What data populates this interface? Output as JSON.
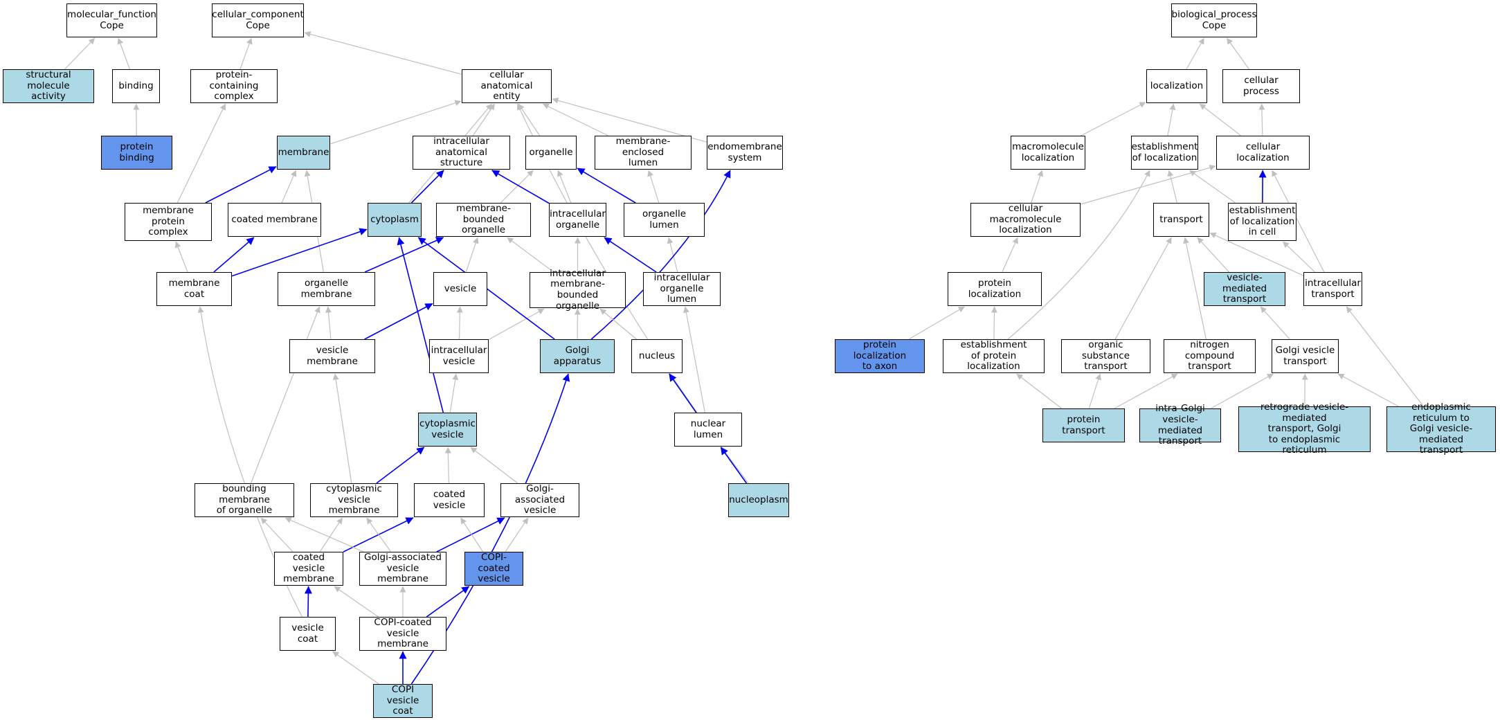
{
  "colors": {
    "plain": "#ffffff",
    "annotated": "#add8e6",
    "highlighted": "#6495ed",
    "edge_default": "#c0c0c0",
    "edge_direct": "#0000ee"
  },
  "nodes": {
    "mf_root": {
      "label": "molecular_function\nCope",
      "fill": "plain"
    },
    "cc_root": {
      "label": "cellular_component\nCope",
      "fill": "plain"
    },
    "bp_root": {
      "label": "biological_process\nCope",
      "fill": "plain"
    },
    "struct_mol": {
      "label": "structural molecule\nactivity",
      "fill": "annotated"
    },
    "binding": {
      "label": "binding",
      "fill": "plain"
    },
    "protein_binding": {
      "label": "protein binding",
      "fill": "highlighted"
    },
    "prot_complex": {
      "label": "protein-containing\ncomplex",
      "fill": "plain"
    },
    "cell_anat": {
      "label": "cellular anatomical\nentity",
      "fill": "plain"
    },
    "membrane": {
      "label": "membrane",
      "fill": "annotated"
    },
    "intra_anat": {
      "label": "intracellular\nanatomical structure",
      "fill": "plain"
    },
    "organelle": {
      "label": "organelle",
      "fill": "plain"
    },
    "memb_encl_lumen": {
      "label": "membrane-enclosed\nlumen",
      "fill": "plain"
    },
    "endomembrane": {
      "label": "endomembrane\nsystem",
      "fill": "plain"
    },
    "memb_prot_complex": {
      "label": "membrane protein\ncomplex",
      "fill": "plain"
    },
    "coated_membrane": {
      "label": "coated membrane",
      "fill": "plain"
    },
    "cytoplasm": {
      "label": "cytoplasm",
      "fill": "annotated"
    },
    "memb_bound_org": {
      "label": "membrane-bounded\norganelle",
      "fill": "plain"
    },
    "intra_org": {
      "label": "intracellular\norganelle",
      "fill": "plain"
    },
    "org_lumen": {
      "label": "organelle lumen",
      "fill": "plain"
    },
    "membrane_coat": {
      "label": "membrane coat",
      "fill": "plain"
    },
    "org_membrane": {
      "label": "organelle membrane",
      "fill": "plain"
    },
    "vesicle": {
      "label": "vesicle",
      "fill": "plain"
    },
    "intra_mb_org": {
      "label": "intracellular\nmembrane-bounded\norganelle",
      "fill": "plain"
    },
    "intra_org_lumen": {
      "label": "intracellular\norganelle lumen",
      "fill": "plain"
    },
    "vesicle_membrane": {
      "label": "vesicle membrane",
      "fill": "plain"
    },
    "intra_vesicle": {
      "label": "intracellular\nvesicle",
      "fill": "plain"
    },
    "golgi": {
      "label": "Golgi apparatus",
      "fill": "annotated"
    },
    "nucleus": {
      "label": "nucleus",
      "fill": "plain"
    },
    "cyto_vesicle": {
      "label": "cytoplasmic\nvesicle",
      "fill": "annotated"
    },
    "nuclear_lumen": {
      "label": "nuclear lumen",
      "fill": "plain"
    },
    "bound_memb_org": {
      "label": "bounding membrane\nof organelle",
      "fill": "plain"
    },
    "cyto_ves_memb": {
      "label": "cytoplasmic\nvesicle membrane",
      "fill": "plain"
    },
    "coated_vesicle": {
      "label": "coated vesicle",
      "fill": "plain"
    },
    "golgi_assoc_ves": {
      "label": "Golgi-associated\nvesicle",
      "fill": "plain"
    },
    "nucleoplasm": {
      "label": "nucleoplasm",
      "fill": "annotated"
    },
    "coated_ves_memb": {
      "label": "coated vesicle\nmembrane",
      "fill": "plain"
    },
    "golgi_assoc_ves_memb": {
      "label": "Golgi-associated\nvesicle membrane",
      "fill": "plain"
    },
    "copi_coated_ves": {
      "label": "COPI-coated\nvesicle",
      "fill": "highlighted"
    },
    "vesicle_coat": {
      "label": "vesicle coat",
      "fill": "plain"
    },
    "copi_coated_ves_memb": {
      "label": "COPI-coated\nvesicle membrane",
      "fill": "plain"
    },
    "copi_ves_coat": {
      "label": "COPI vesicle\ncoat",
      "fill": "annotated"
    },
    "localization": {
      "label": "localization",
      "fill": "plain"
    },
    "cellular_process": {
      "label": "cellular process",
      "fill": "plain"
    },
    "macromol_loc": {
      "label": "macromolecule\nlocalization",
      "fill": "plain"
    },
    "estab_loc": {
      "label": "establishment\nof localization",
      "fill": "plain"
    },
    "cell_loc": {
      "label": "cellular localization",
      "fill": "plain"
    },
    "cell_macromol_loc": {
      "label": "cellular macromolecule\nlocalization",
      "fill": "plain"
    },
    "transport": {
      "label": "transport",
      "fill": "plain"
    },
    "estab_loc_cell": {
      "label": "establishment\nof localization\nin cell",
      "fill": "plain"
    },
    "protein_loc": {
      "label": "protein localization",
      "fill": "plain"
    },
    "ves_med_transport": {
      "label": "vesicle-mediated\ntransport",
      "fill": "annotated"
    },
    "intra_transport": {
      "label": "intracellular\ntransport",
      "fill": "plain"
    },
    "prot_loc_axon": {
      "label": "protein localization\nto axon",
      "fill": "highlighted"
    },
    "estab_prot_loc": {
      "label": "establishment\nof protein localization",
      "fill": "plain"
    },
    "org_subst_transport": {
      "label": "organic substance\ntransport",
      "fill": "plain"
    },
    "nitrogen_transport": {
      "label": "nitrogen compound\ntransport",
      "fill": "plain"
    },
    "golgi_ves_transport": {
      "label": "Golgi vesicle\ntransport",
      "fill": "plain"
    },
    "protein_transport": {
      "label": "protein transport",
      "fill": "annotated"
    },
    "intra_golgi": {
      "label": "intra-Golgi\nvesicle-mediated\ntransport",
      "fill": "annotated"
    },
    "retrograde": {
      "label": "retrograde vesicle-mediated\ntransport, Golgi\nto endoplasmic\nreticulum",
      "fill": "annotated"
    },
    "er_to_golgi": {
      "label": "endoplasmic\nreticulum to\nGolgi vesicle-mediated\ntransport",
      "fill": "annotated"
    }
  },
  "edges": [
    {
      "from": "struct_mol",
      "to": "mf_root",
      "type": "is_a"
    },
    {
      "from": "binding",
      "to": "mf_root",
      "type": "is_a"
    },
    {
      "from": "protein_binding",
      "to": "binding",
      "type": "is_a"
    },
    {
      "from": "prot_complex",
      "to": "cc_root",
      "type": "is_a"
    },
    {
      "from": "cell_anat",
      "to": "cc_root",
      "type": "is_a"
    },
    {
      "from": "membrane",
      "to": "cell_anat",
      "type": "is_a"
    },
    {
      "from": "intra_anat",
      "to": "cell_anat",
      "type": "is_a"
    },
    {
      "from": "organelle",
      "to": "cell_anat",
      "type": "is_a"
    },
    {
      "from": "memb_encl_lumen",
      "to": "cell_anat",
      "type": "is_a"
    },
    {
      "from": "endomembrane",
      "to": "cell_anat",
      "type": "is_a"
    },
    {
      "from": "cytoplasm",
      "to": "cell_anat",
      "type": "is_a"
    },
    {
      "from": "nucleoplasm",
      "to": "cell_anat",
      "type": "is_a"
    },
    {
      "from": "memb_prot_complex",
      "to": "prot_complex",
      "type": "is_a"
    },
    {
      "from": "memb_prot_complex",
      "to": "membrane",
      "type": "part_of"
    },
    {
      "from": "coated_membrane",
      "to": "membrane",
      "type": "is_a"
    },
    {
      "from": "org_membrane",
      "to": "membrane",
      "type": "is_a"
    },
    {
      "from": "cytoplasm",
      "to": "intra_anat",
      "type": "part_of"
    },
    {
      "from": "memb_bound_org",
      "to": "organelle",
      "type": "is_a"
    },
    {
      "from": "intra_org",
      "to": "organelle",
      "type": "is_a"
    },
    {
      "from": "intra_org",
      "to": "intra_anat",
      "type": "part_of"
    },
    {
      "from": "org_lumen",
      "to": "organelle",
      "type": "part_of"
    },
    {
      "from": "org_lumen",
      "to": "memb_encl_lumen",
      "type": "is_a"
    },
    {
      "from": "membrane_coat",
      "to": "memb_prot_complex",
      "type": "is_a"
    },
    {
      "from": "membrane_coat",
      "to": "coated_membrane",
      "type": "part_of"
    },
    {
      "from": "membrane_coat",
      "to": "cytoplasm",
      "type": "part_of"
    },
    {
      "from": "org_membrane",
      "to": "memb_bound_org",
      "type": "part_of"
    },
    {
      "from": "vesicle",
      "to": "memb_bound_org",
      "type": "is_a"
    },
    {
      "from": "intra_mb_org",
      "to": "memb_bound_org",
      "type": "is_a"
    },
    {
      "from": "intra_mb_org",
      "to": "intra_org",
      "type": "is_a"
    },
    {
      "from": "intra_org_lumen",
      "to": "intra_org",
      "type": "part_of"
    },
    {
      "from": "intra_org_lumen",
      "to": "org_lumen",
      "type": "is_a"
    },
    {
      "from": "vesicle_membrane",
      "to": "org_membrane",
      "type": "is_a"
    },
    {
      "from": "vesicle_membrane",
      "to": "vesicle",
      "type": "part_of"
    },
    {
      "from": "intra_vesicle",
      "to": "vesicle",
      "type": "is_a"
    },
    {
      "from": "intra_vesicle",
      "to": "intra_mb_org",
      "type": "is_a"
    },
    {
      "from": "golgi",
      "to": "intra_mb_org",
      "type": "is_a"
    },
    {
      "from": "golgi",
      "to": "cytoplasm",
      "type": "part_of"
    },
    {
      "from": "golgi",
      "to": "endomembrane",
      "type": "part_of"
    },
    {
      "from": "nucleus",
      "to": "intra_mb_org",
      "type": "is_a"
    },
    {
      "from": "cyto_vesicle",
      "to": "intra_vesicle",
      "type": "is_a"
    },
    {
      "from": "cyto_vesicle",
      "to": "cytoplasm",
      "type": "part_of"
    },
    {
      "from": "nuclear_lumen",
      "to": "nucleus",
      "type": "part_of"
    },
    {
      "from": "nuclear_lumen",
      "to": "intra_org_lumen",
      "type": "is_a"
    },
    {
      "from": "bound_memb_org",
      "to": "org_membrane",
      "type": "is_a"
    },
    {
      "from": "cyto_ves_memb",
      "to": "vesicle_membrane",
      "type": "is_a"
    },
    {
      "from": "cyto_ves_memb",
      "to": "cyto_vesicle",
      "type": "part_of"
    },
    {
      "from": "coated_vesicle",
      "to": "cyto_vesicle",
      "type": "is_a"
    },
    {
      "from": "golgi_assoc_ves",
      "to": "cyto_vesicle",
      "type": "is_a"
    },
    {
      "from": "nucleoplasm",
      "to": "nuclear_lumen",
      "type": "part_of"
    },
    {
      "from": "coated_ves_memb",
      "to": "bound_memb_org",
      "type": "is_a"
    },
    {
      "from": "coated_ves_memb",
      "to": "cyto_ves_memb",
      "type": "is_a"
    },
    {
      "from": "coated_ves_memb",
      "to": "coated_vesicle",
      "type": "part_of"
    },
    {
      "from": "golgi_assoc_ves_memb",
      "to": "bound_memb_org",
      "type": "is_a"
    },
    {
      "from": "golgi_assoc_ves_memb",
      "to": "cyto_ves_memb",
      "type": "is_a"
    },
    {
      "from": "golgi_assoc_ves_memb",
      "to": "golgi_assoc_ves",
      "type": "part_of"
    },
    {
      "from": "copi_coated_ves",
      "to": "coated_vesicle",
      "type": "is_a"
    },
    {
      "from": "copi_coated_ves",
      "to": "golgi_assoc_ves",
      "type": "is_a"
    },
    {
      "from": "vesicle_coat",
      "to": "membrane_coat",
      "type": "is_a"
    },
    {
      "from": "vesicle_coat",
      "to": "coated_ves_memb",
      "type": "part_of"
    },
    {
      "from": "copi_coated_ves_memb",
      "to": "coated_ves_memb",
      "type": "is_a"
    },
    {
      "from": "copi_coated_ves_memb",
      "to": "golgi_assoc_ves_memb",
      "type": "is_a"
    },
    {
      "from": "copi_coated_ves_memb",
      "to": "copi_coated_ves",
      "type": "part_of"
    },
    {
      "from": "copi_ves_coat",
      "to": "vesicle_coat",
      "type": "is_a"
    },
    {
      "from": "copi_ves_coat",
      "to": "copi_coated_ves_memb",
      "type": "part_of"
    },
    {
      "from": "copi_ves_coat",
      "to": "golgi",
      "type": "part_of"
    },
    {
      "from": "localization",
      "to": "bp_root",
      "type": "is_a"
    },
    {
      "from": "cellular_process",
      "to": "bp_root",
      "type": "is_a"
    },
    {
      "from": "macromol_loc",
      "to": "localization",
      "type": "is_a"
    },
    {
      "from": "estab_loc",
      "to": "localization",
      "type": "is_a"
    },
    {
      "from": "cell_loc",
      "to": "localization",
      "type": "is_a"
    },
    {
      "from": "cell_loc",
      "to": "cellular_process",
      "type": "is_a"
    },
    {
      "from": "cell_macromol_loc",
      "to": "cell_loc",
      "type": "is_a"
    },
    {
      "from": "cell_macromol_loc",
      "to": "macromol_loc",
      "type": "is_a"
    },
    {
      "from": "transport",
      "to": "estab_loc",
      "type": "is_a"
    },
    {
      "from": "estab_loc_cell",
      "to": "estab_loc",
      "type": "is_a"
    },
    {
      "from": "estab_loc_cell",
      "to": "cell_loc",
      "type": "part_of"
    },
    {
      "from": "protein_loc",
      "to": "cell_macromol_loc",
      "type": "is_a"
    },
    {
      "from": "ves_med_transport",
      "to": "transport",
      "type": "is_a"
    },
    {
      "from": "intra_transport",
      "to": "transport",
      "type": "is_a"
    },
    {
      "from": "intra_transport",
      "to": "estab_loc_cell",
      "type": "is_a"
    },
    {
      "from": "intra_transport",
      "to": "cell_loc",
      "type": "is_a"
    },
    {
      "from": "prot_loc_axon",
      "to": "protein_loc",
      "type": "is_a"
    },
    {
      "from": "estab_prot_loc",
      "to": "protein_loc",
      "type": "is_a"
    },
    {
      "from": "estab_prot_loc",
      "to": "estab_loc",
      "type": "is_a"
    },
    {
      "from": "org_subst_transport",
      "to": "transport",
      "type": "is_a"
    },
    {
      "from": "nitrogen_transport",
      "to": "transport",
      "type": "is_a"
    },
    {
      "from": "golgi_ves_transport",
      "to": "ves_med_transport",
      "type": "is_a"
    },
    {
      "from": "protein_transport",
      "to": "estab_prot_loc",
      "type": "is_a"
    },
    {
      "from": "protein_transport",
      "to": "org_subst_transport",
      "type": "is_a"
    },
    {
      "from": "protein_transport",
      "to": "nitrogen_transport",
      "type": "is_a"
    },
    {
      "from": "intra_golgi",
      "to": "golgi_ves_transport",
      "type": "is_a"
    },
    {
      "from": "retrograde",
      "to": "golgi_ves_transport",
      "type": "is_a"
    },
    {
      "from": "er_to_golgi",
      "to": "golgi_ves_transport",
      "type": "is_a"
    },
    {
      "from": "er_to_golgi",
      "to": "intra_transport",
      "type": "is_a"
    }
  ]
}
